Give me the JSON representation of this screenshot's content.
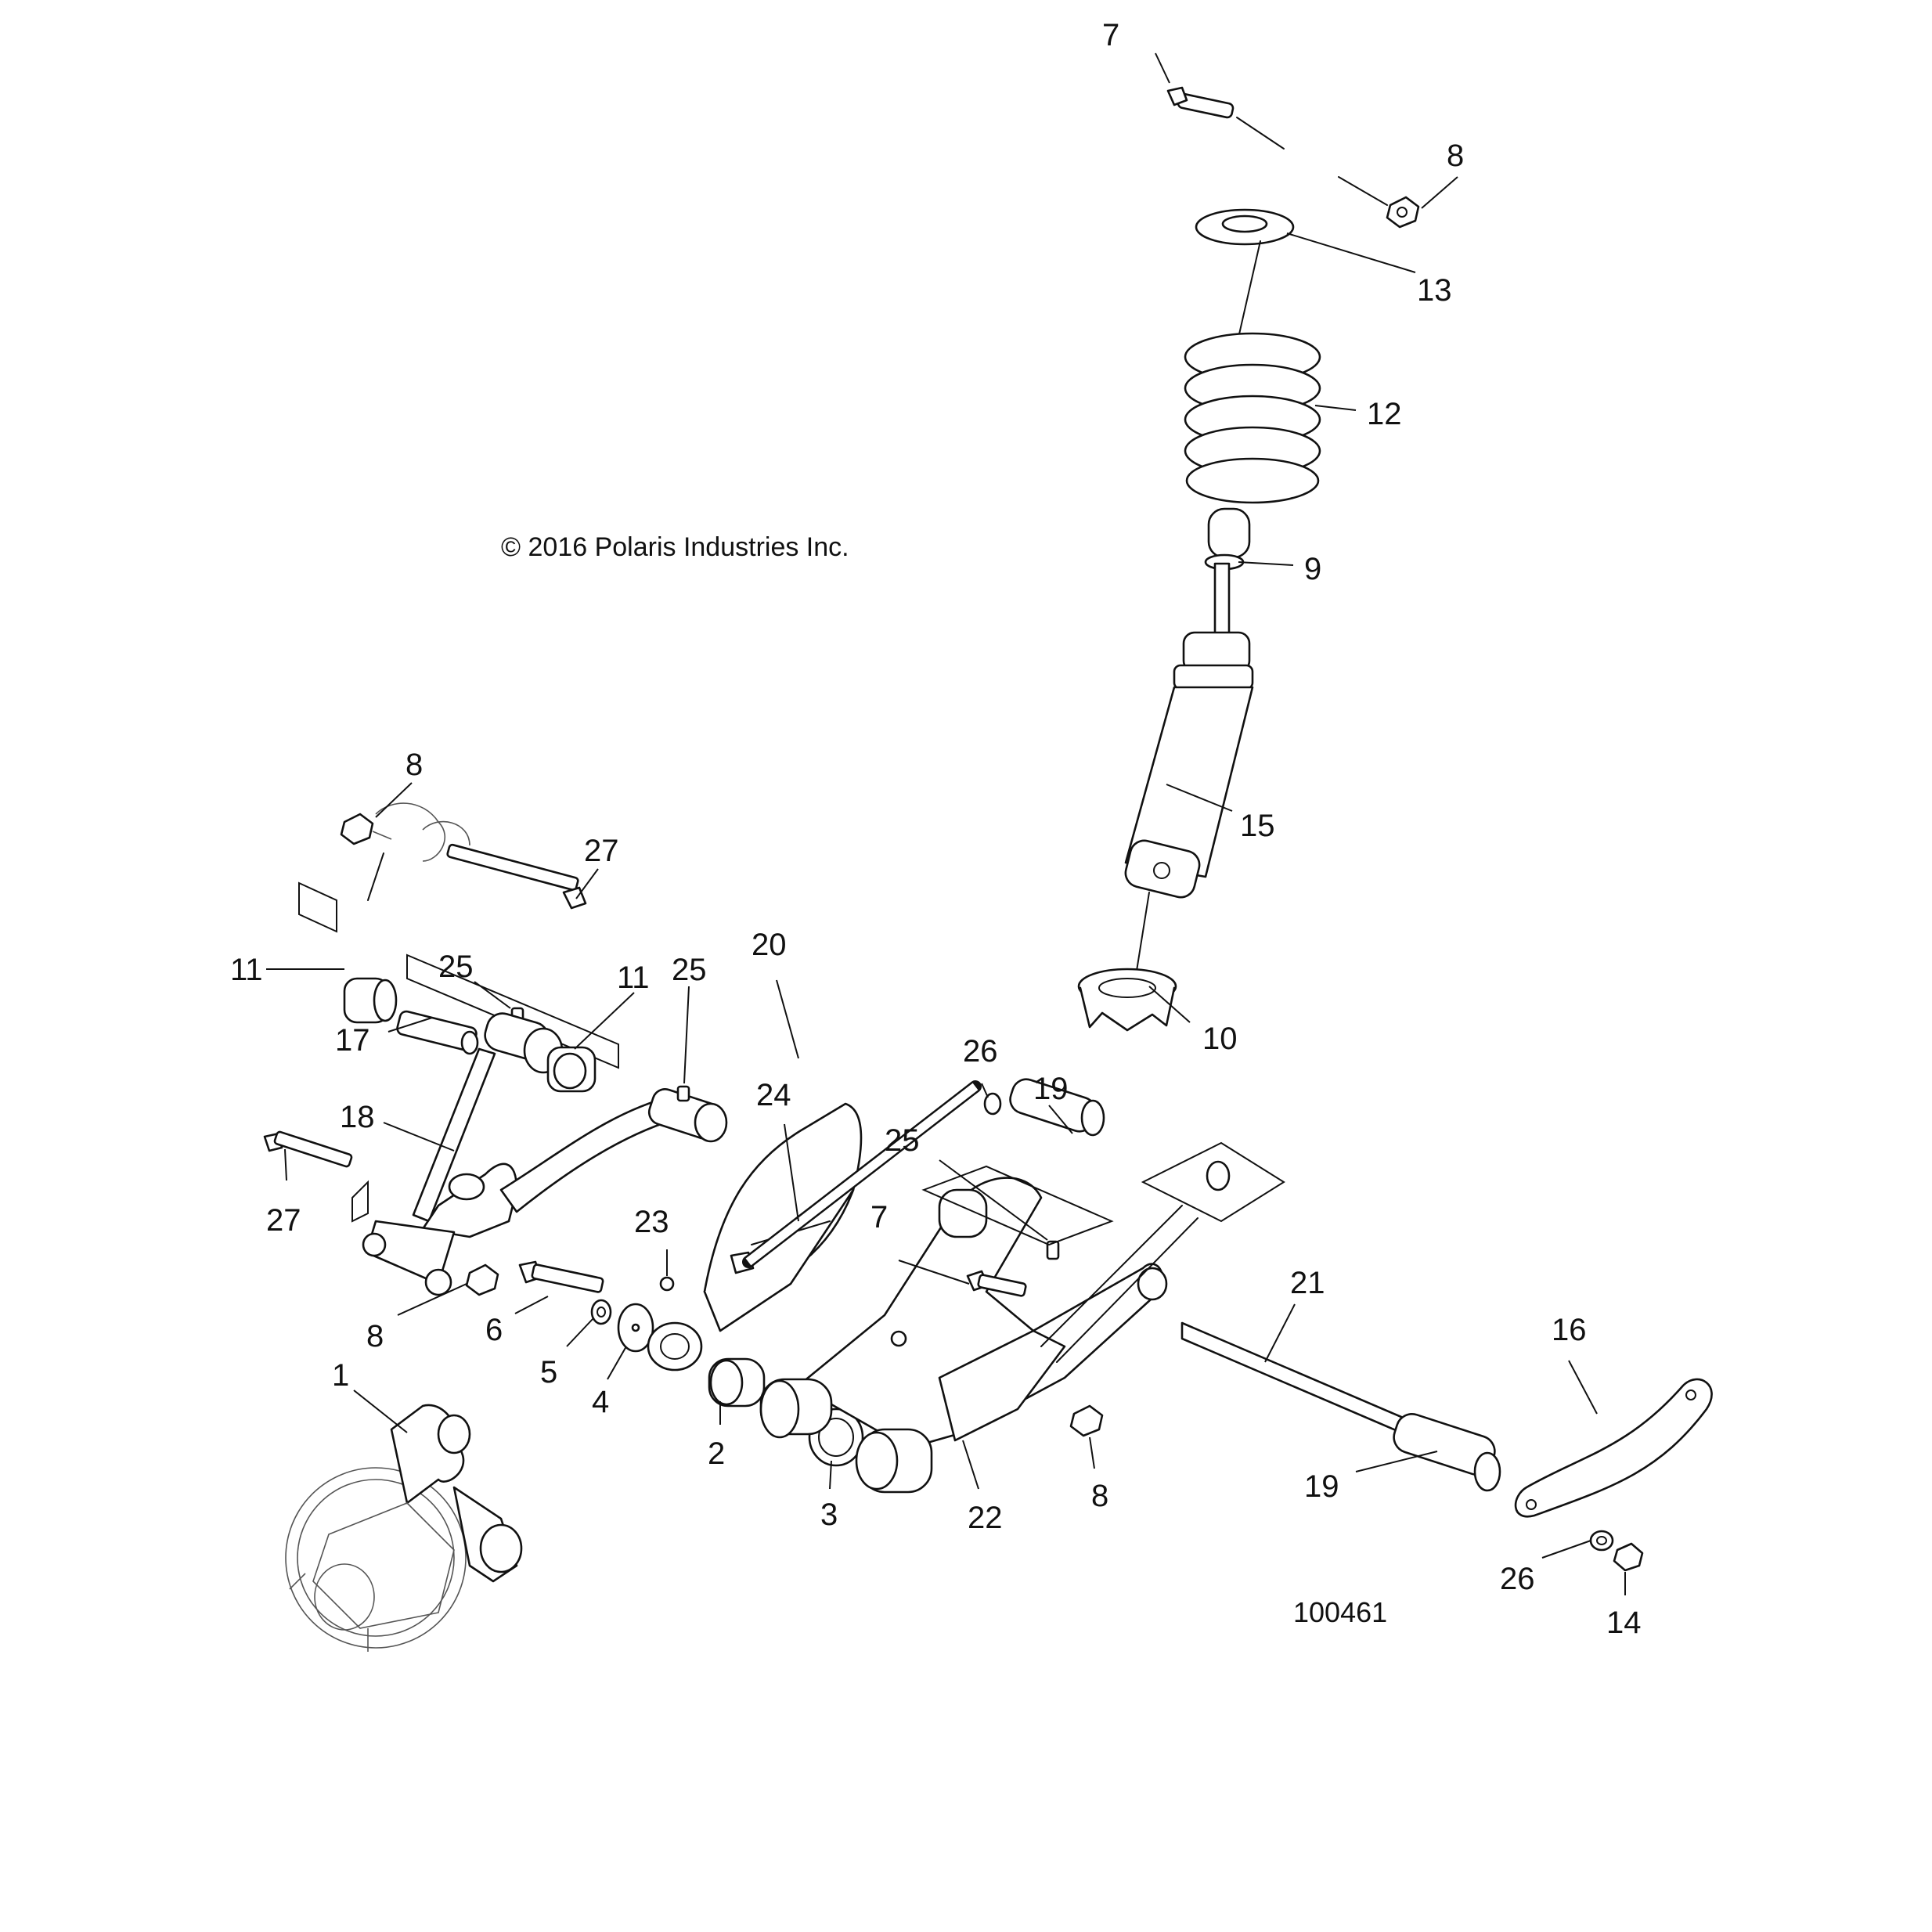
{
  "figure": {
    "copyright": "© 2016 Polaris Industries Inc.",
    "figure_number": "100461"
  },
  "callouts": {
    "c7_top": "7",
    "c8_top": "8",
    "c13": "13",
    "c12": "12",
    "c9": "9",
    "c15": "15",
    "c10": "10",
    "c8_left": "8",
    "c27_top": "27",
    "c11_left": "11",
    "c25_a": "25",
    "c17": "17",
    "c11_right": "11",
    "c25_b": "25",
    "c20": "20",
    "c26_a": "26",
    "c19_a": "19",
    "c18": "18",
    "c24": "24",
    "c27_left": "27",
    "c25_c": "25",
    "c23": "23",
    "c7_mid": "7",
    "c21": "21",
    "c16": "16",
    "c8_lower": "8",
    "c6": "6",
    "c5": "5",
    "c4": "4",
    "c1": "1",
    "c2": "2",
    "c3": "3",
    "c22": "22",
    "c8_right": "8",
    "c19_b": "19",
    "c26_b": "26",
    "c14": "14"
  }
}
